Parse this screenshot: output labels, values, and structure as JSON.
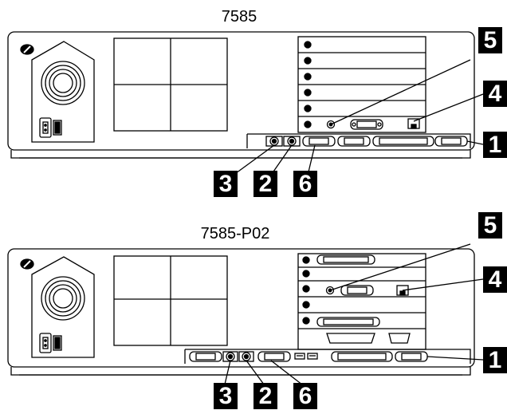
{
  "diagrams": [
    {
      "title": "7585",
      "callouts": {
        "c1": "1",
        "c2": "2",
        "c3": "3",
        "c4": "4",
        "c5": "5",
        "c6": "6"
      }
    },
    {
      "title": "7585-P02",
      "callouts": {
        "c1": "1",
        "c2": "2",
        "c3": "3",
        "c4": "4",
        "c5": "5",
        "c6": "6"
      }
    }
  ],
  "colors": {
    "line": "#000000",
    "callout_bg": "#000000",
    "callout_text": "#ffffff"
  },
  "icons": [
    "power-supply-fan-icon",
    "power-inlet-icon",
    "power-switch-icon",
    "keylock-icon",
    "serial-port-icon",
    "parallel-port-icon",
    "video-port-icon",
    "mouse-port-icon",
    "keyboard-port-icon",
    "audio-jack-icon",
    "network-port-icon",
    "usb-port-icon"
  ]
}
